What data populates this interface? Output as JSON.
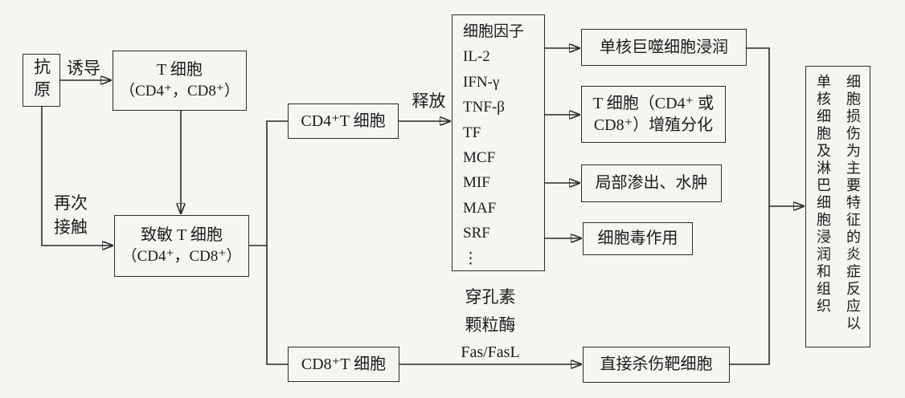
{
  "diagram": {
    "title_hint": "type-IV-delayed-hypersensitivity-flowchart",
    "colors": {
      "background": "#f6f5f2",
      "line": "#2a2a2a",
      "text": "#1b1b1b"
    },
    "nodes": {
      "antigen": {
        "label": "抗原"
      },
      "tcell": {
        "line1": "T 细胞",
        "line2": "（CD4⁺，CD8⁺）"
      },
      "sensitized": {
        "line1": "致敏 T 细胞",
        "line2": "（CD4⁺，CD8⁺）"
      },
      "cd4": {
        "label": "CD4⁺T 细胞"
      },
      "cd8": {
        "label": "CD8⁺T 细胞"
      },
      "cytokines": {
        "items": [
          "细胞因子",
          "IL-2",
          "IFN-γ",
          "TNF-β",
          "TF",
          "MCF",
          "MIF",
          "MAF",
          "SRF",
          "⋮"
        ]
      },
      "out_macrophage": {
        "label": "单核巨噬细胞浸润"
      },
      "out_proliferation": {
        "line1": "T 细胞（CD4⁺ 或",
        "line2": "CD8⁺）增殖分化"
      },
      "out_exudation": {
        "label": "局部渗出、水肿"
      },
      "out_cytotoxic": {
        "label": "细胞毒作用"
      },
      "direct_kill": {
        "label": "直接杀伤靶细胞"
      },
      "final_result": {
        "col_left": "单核细胞及淋巴细胞浸润和组织",
        "col_right": "细胞损伤为主要特征的炎症反应以"
      }
    },
    "edge_labels": {
      "induce": "诱导",
      "recontact_line1": "再次",
      "recontact_line2": "接触",
      "release": "释放",
      "perforin": "穿孔素",
      "granzyme": "颗粒酶",
      "fas": "Fas/FasL"
    }
  }
}
